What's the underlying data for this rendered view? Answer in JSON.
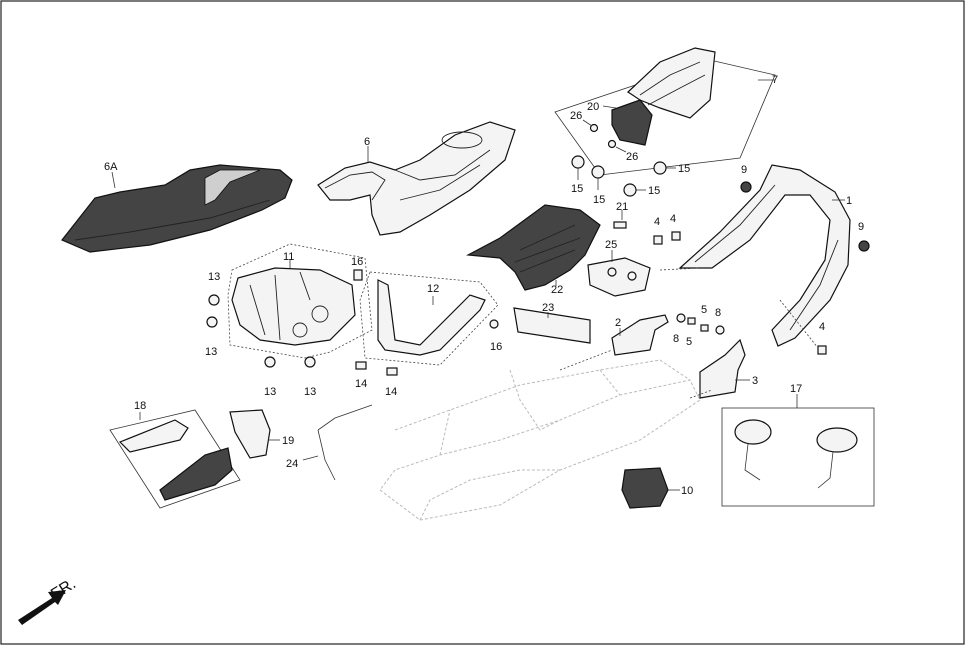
{
  "diagram": {
    "labels": {
      "seat_assy": "6A",
      "seat_main": "6",
      "pillion_seat": "7",
      "pillion_hook": "20",
      "screw_26a": "26",
      "screw_26b": "26",
      "nut_15a": "15",
      "nut_15b": "15",
      "nut_15c": "15",
      "nut_15d": "15",
      "bolt_21": "21",
      "grab_rail": "1",
      "cap_9a": "9",
      "cap_9b": "9",
      "bolt_4a": "4",
      "bolt_4b": "4",
      "bolt_4c": "4",
      "tray_22": "22",
      "lock_25": "25",
      "rubber_23": "23",
      "bracket_2": "2",
      "bracket_3": "3",
      "washer_8a": "8",
      "washer_8b": "8",
      "screw_5a": "5",
      "screw_5b": "5",
      "tank_cover_11": "11",
      "bracket_12": "12",
      "bush_16a": "16",
      "bush_16b": "16",
      "bolt_13a": "13",
      "bolt_13b": "13",
      "bolt_13c": "13",
      "bolt_13d": "13",
      "bolt_14a": "14",
      "bolt_14b": "14",
      "box_18": "18",
      "cover_19": "19",
      "cable_24": "24",
      "mirror_17": "17",
      "relay_10": "10"
    },
    "direction": "FR."
  }
}
